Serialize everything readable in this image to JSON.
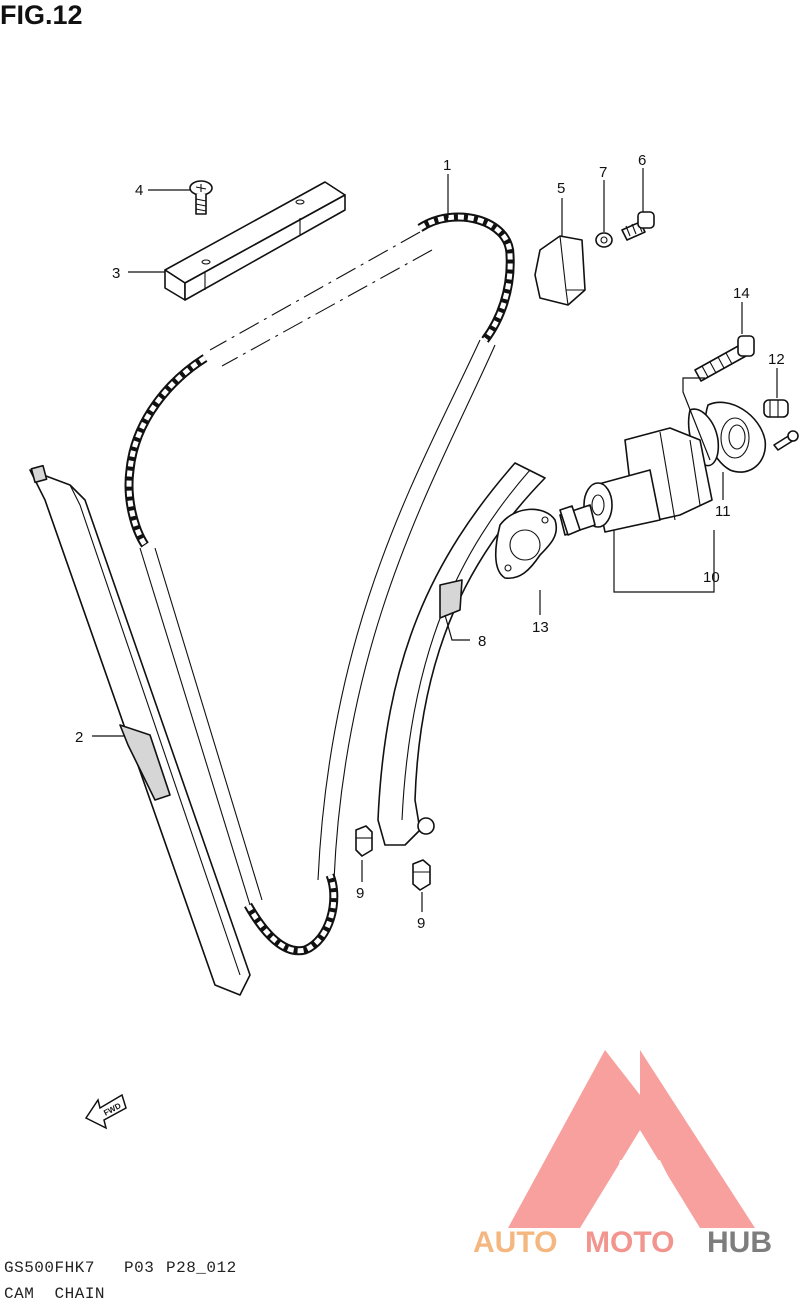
{
  "figure": {
    "title": "FIG.12",
    "model_code": "GS500FHK7",
    "region_code": "P03",
    "page_code": "P28_012",
    "section_name": "CAM  CHAIN",
    "direction_label": "FWD"
  },
  "callouts": [
    {
      "id": "1",
      "label": "1"
    },
    {
      "id": "2",
      "label": "2"
    },
    {
      "id": "3",
      "label": "3"
    },
    {
      "id": "4",
      "label": "4"
    },
    {
      "id": "5",
      "label": "5"
    },
    {
      "id": "6",
      "label": "6"
    },
    {
      "id": "7",
      "label": "7"
    },
    {
      "id": "8",
      "label": "8"
    },
    {
      "id": "9a",
      "label": "9"
    },
    {
      "id": "9b",
      "label": "9"
    },
    {
      "id": "10",
      "label": "10"
    },
    {
      "id": "11",
      "label": "11"
    },
    {
      "id": "12",
      "label": "12"
    },
    {
      "id": "13",
      "label": "13"
    },
    {
      "id": "14",
      "label": "14"
    }
  ],
  "watermark": {
    "word_1": "AUTO",
    "word_2": "MOTO",
    "word_3": "HUB",
    "color_1": "#f5b47a",
    "color_2": "#f2908a",
    "color_3": "#777777",
    "logo_color": "#f58a86"
  }
}
